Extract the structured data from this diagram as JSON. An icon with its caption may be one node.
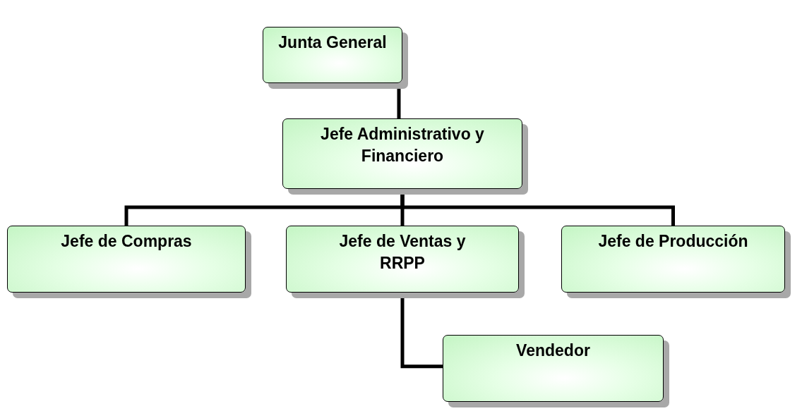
{
  "diagram": {
    "nodes": [
      {
        "text": [
          "Junta General"
        ]
      },
      {
        "text": [
          "Jefe Administrativo y Financiero"
        ]
      },
      {
        "text": [
          "Jefe de Compras"
        ]
      },
      {
        "text": [
          "Jefe de Ventas y RRPP"
        ]
      },
      {
        "text": [
          "Jefe de Producción"
        ]
      },
      {
        "text": [
          "Vendedor"
        ]
      }
    ],
    "edges": [
      {
        "from": 0,
        "to": 1,
        "arrow": "none"
      },
      {
        "from": 1,
        "to": 2,
        "arrow": "none"
      },
      {
        "from": 1,
        "to": 3,
        "arrow": "none"
      },
      {
        "from": 1,
        "to": 4,
        "arrow": "none"
      },
      {
        "from": 3,
        "to": 5,
        "arrow": "none"
      }
    ]
  }
}
